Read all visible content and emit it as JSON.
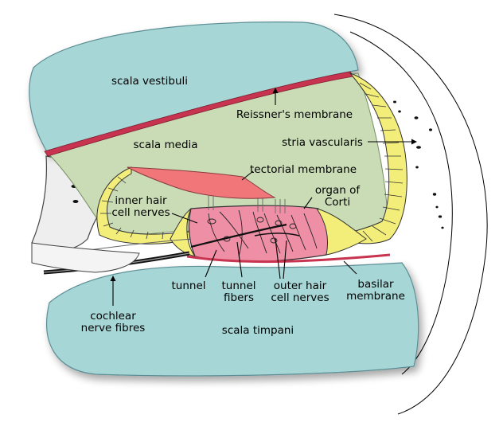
{
  "colors": {
    "scala_fluid": "#a7d6d7",
    "scala_media": "#c9dcb5",
    "tectorial": "#f0767a",
    "reissner": "#c8344f",
    "stria_cells": "#f3ee7a",
    "organ_corti": "#ef8fa6",
    "bone": "#e6e6e6"
  },
  "labels": {
    "scala_vestibuli": "scala vestibuli",
    "reissners_membrane": "Reissner's membrane",
    "scala_media": "scala media",
    "stria_vascularis": "stria vascularis",
    "tectorial_membrane": "tectorial membrane",
    "organ_of_corti_line1": "organ of",
    "organ_of_corti_line2": "Corti",
    "inner_hair_line1": "inner hair",
    "inner_hair_line2": "cell nerves",
    "tunnel": "tunnel",
    "tunnel_fibers_line1": "tunnel",
    "tunnel_fibers_line2": "fibers",
    "outer_hair_line1": "outer hair",
    "outer_hair_line2": "cell nerves",
    "basilar_line1": "basilar",
    "basilar_line2": "membrane",
    "cochlear_line1": "cochlear",
    "cochlear_line2": "nerve fibres",
    "scala_timpani": "scala timpani"
  }
}
